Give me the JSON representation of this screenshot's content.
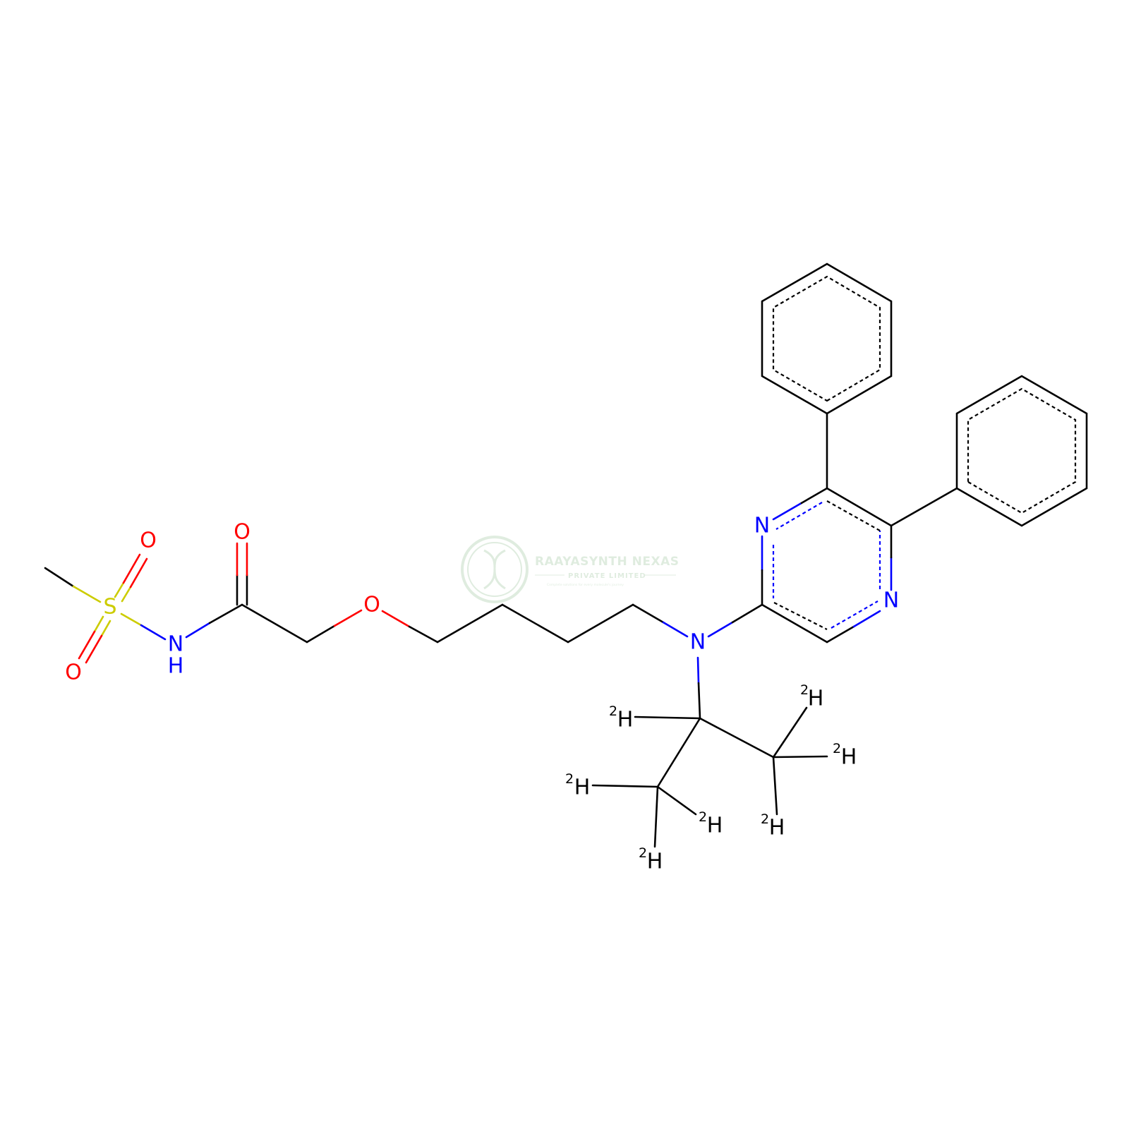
{
  "watermark": {
    "company": "RAAYASYNTH NEXAS",
    "division": "PRIVATE LIMITED",
    "tagline": "Complete solutions for every molecule's journey"
  },
  "colors": {
    "carbon": "#000000",
    "oxygen": "#ff0000",
    "nitrogen": "#0000ff",
    "sulfur": "#cccc00",
    "watermark": "#3c8c3c"
  },
  "atom_labels": {
    "o_sulfonyl_top": "O",
    "o_sulfonyl_bottom": "O",
    "sulfur": "S",
    "nh": "N",
    "nh_h": "H",
    "o_carbonyl": "O",
    "o_ether": "O",
    "n_amine": "N",
    "n_pyrazine_1": "N",
    "n_pyrazine_4": "N",
    "deuterium_isotope": "2",
    "deuterium_symbol": "H"
  }
}
